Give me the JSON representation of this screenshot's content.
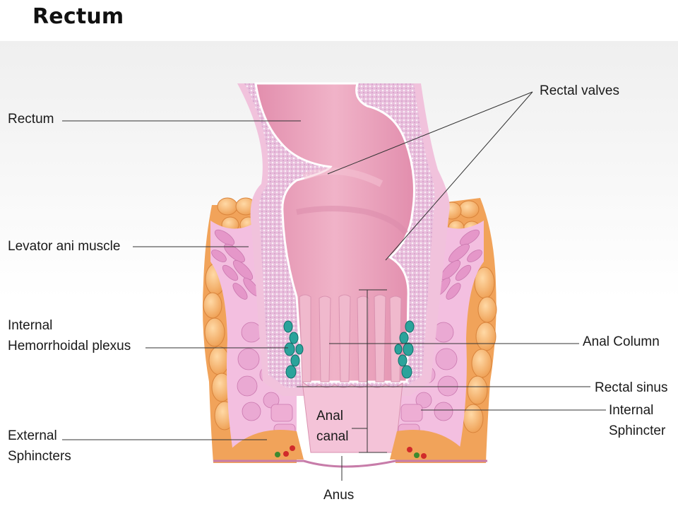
{
  "title": "Rectum",
  "labels": {
    "rectum": "Rectum",
    "rectal_valves": "Rectal valves",
    "levator_ani": "Levator ani muscle",
    "hemorrhoidal_plexus_line1": "Internal",
    "hemorrhoidal_plexus_line2": "Hemorrhoidal plexus",
    "anal_column": "Anal Column",
    "rectal_sinus": "Rectal sinus",
    "internal_sphincter_line1": "Internal",
    "internal_sphincter_line2": "Sphincter",
    "external_sphincters_line1": "External",
    "external_sphincters_line2": "Sphincters",
    "anal_canal_line1": "Anal",
    "anal_canal_line2": "canal",
    "anus": "Anus"
  },
  "colors": {
    "fat": "#f2a860",
    "muscle": "#f0b8dc",
    "muscle_fiber": "#e69ccc",
    "lumen": "#e9a2bc",
    "wall": "#f5c9dd",
    "plexus": "#2ba39b",
    "leader_line": "#333333"
  }
}
